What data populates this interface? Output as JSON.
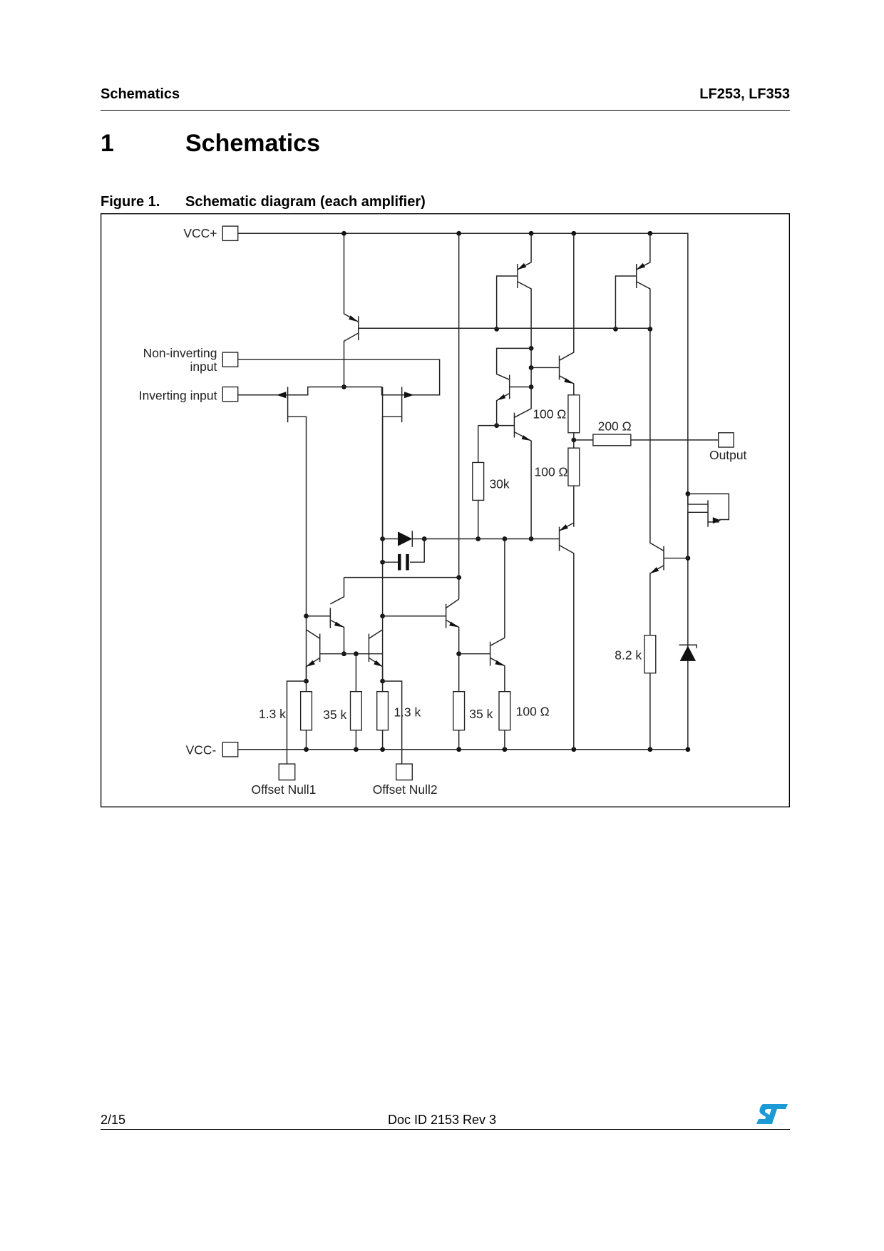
{
  "header": {
    "section_label": "Schematics",
    "product": "LF253, LF353"
  },
  "section": {
    "number": "1",
    "title": "Schematics"
  },
  "figure": {
    "number": "Figure 1.",
    "title": "Schematic diagram (each amplifier)",
    "pins": {
      "vcc_plus": "VCC+",
      "non_inverting_1": "Non-inverting",
      "non_inverting_2": "input",
      "inverting": "Inverting input",
      "output": "Output",
      "vcc_minus": "VCC-",
      "offset_null1": "Offset Null1",
      "offset_null2": "Offset Null2"
    },
    "components": {
      "r_100_upper": "100 Ω",
      "r_200": "200 Ω",
      "r_100_lower": "100 Ω",
      "r_30k": "30k",
      "r_8k2": "8.2 k",
      "r_1k3_left": "1.3 k",
      "r_35k_left": "35 k",
      "r_1k3_right": "1.3 k",
      "r_35k_right": "35 k",
      "r_100_bottom": "100 Ω"
    }
  },
  "footer": {
    "page": "2/15",
    "doc_id": "Doc ID 2153 Rev 3",
    "logo": "st-logo",
    "logo_color": "#1c9ad6"
  }
}
